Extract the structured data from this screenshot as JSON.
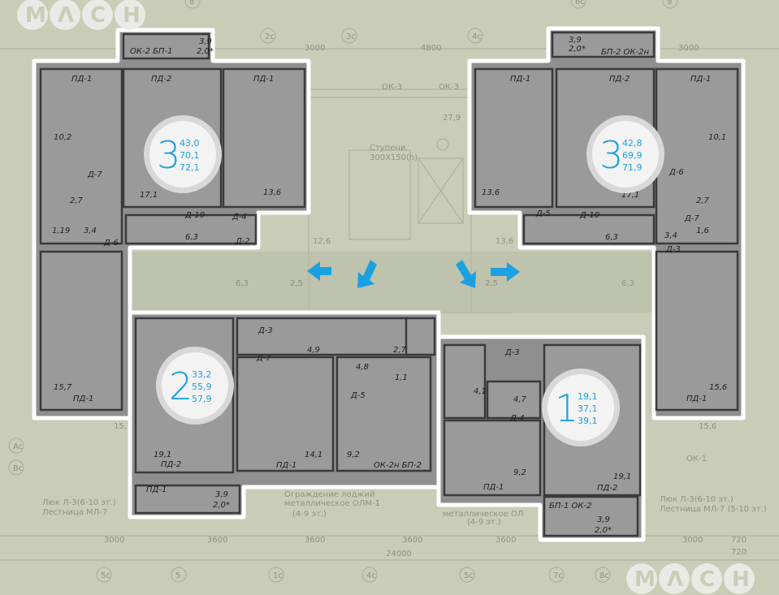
{
  "logo": {
    "letters": [
      "M",
      "Λ",
      "C",
      "H"
    ]
  },
  "apartments": [
    {
      "rooms_count": "3",
      "areas": [
        "43,0",
        "70,1",
        "72,1"
      ]
    },
    {
      "rooms_count": "3",
      "areas": [
        "42,8",
        "69,9",
        "71,9"
      ]
    },
    {
      "rooms_count": "2",
      "areas": [
        "33,2",
        "55,9",
        "57,9"
      ]
    },
    {
      "rooms_count": "1",
      "areas": [
        "19,1",
        "37,1",
        "39,1"
      ]
    }
  ],
  "room_labels": [
    "10,2",
    "17,1",
    "13,6",
    "2,7",
    "1,19",
    "3,4",
    "6,3",
    "15,7",
    "3,9",
    "2,0*",
    "13,6",
    "17,1",
    "10,1",
    "2,7",
    "6,3",
    "3,4",
    "1,6",
    "15,6",
    "3,9",
    "2,0*",
    "4,9",
    "4,8",
    "2,7",
    "1,1",
    "19,1",
    "14,1",
    "9,2",
    "3,9",
    "2,0*",
    "4,1",
    "4,7",
    "9,2",
    "19,1",
    "3,9",
    "2,0*"
  ],
  "element_labels": [
    "ПД-1",
    "ПД-2",
    "ПД-1",
    "ОК-2 БП-1",
    "Д-7",
    "Д-10",
    "Д-4",
    "Д-6",
    "Д-2",
    "ПД-1",
    "ПД-1",
    "ПД-2",
    "ПД-1",
    "БП-2 ОК-2н",
    "Д-6",
    "Д-10",
    "Д-5",
    "Д-3",
    "Д-7",
    "ПД-1",
    "Д-3",
    "Д-7",
    "Д-5",
    "ПД-2",
    "ПД-1",
    "ПД-1",
    "ОК-2н БП-2",
    "Д-3",
    "Д-4",
    "ПД-1",
    "ПД-2",
    "БП-1 ОК-2"
  ],
  "plan_text": [
    "3000",
    "4800",
    "3000",
    "ОК-3",
    "ОК-3",
    "27,9",
    "Ступени",
    "300Х150(h)",
    "12,6",
    "13,6",
    "2,5",
    "2,5",
    "6,3",
    "6,3",
    "15,7",
    "15,6",
    "ОК-1",
    "Люк Л-3(6-10 эт.)",
    "Лестница МЛ-7",
    "Ограждение лоджий",
    "металлическое ОЛМ-1",
    "(4-9 эт.)",
    "металлическое ОЛ",
    "(4-9 эт.)",
    "Люк Л-3(6-10 эт.)",
    "Лестница МЛ-7 (5-10 эт.)",
    "3000",
    "3600",
    "3600",
    "3600",
    "3600",
    "3000",
    "720",
    "720",
    "24000"
  ],
  "axis_markers": [
    "8",
    "6c",
    "9",
    "2c",
    "3c",
    "4c",
    "5c",
    "5",
    "1c",
    "4c",
    "5c",
    "7c",
    "8c",
    "Ac",
    "Bc"
  ],
  "colors": {
    "accent": "#1ba1e2",
    "background": "#c9ccb7",
    "apartment_fill": "#8f8f8f"
  }
}
